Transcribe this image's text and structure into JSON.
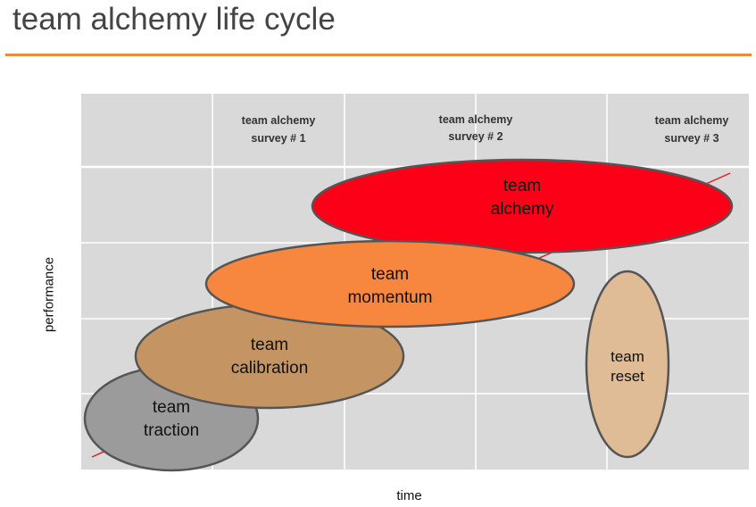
{
  "title": "team alchemy life cycle",
  "axes": {
    "x_label": "time",
    "y_label": "performance"
  },
  "surveys": [
    {
      "line1": "team alchemy",
      "line2": "survey # 1"
    },
    {
      "line1": "team alchemy",
      "line2": "survey # 2"
    },
    {
      "line1": "team alchemy",
      "line2": "survey # 3"
    }
  ],
  "stages": [
    {
      "line1": "team",
      "line2": "traction",
      "color": "#9b9b9b"
    },
    {
      "line1": "team",
      "line2": "calibration",
      "color": "#c49563"
    },
    {
      "line1": "team",
      "line2": "momentum",
      "color": "#f7863f"
    },
    {
      "line1": "team",
      "line2": "alchemy",
      "color": "#fb0017"
    },
    {
      "line1": "team",
      "line2": "reset",
      "color": "#dfbb96"
    }
  ],
  "colors": {
    "accent_rule": "#f08a3a",
    "grid_bg": "#d9d9d9",
    "trend_line": "#e02020"
  }
}
